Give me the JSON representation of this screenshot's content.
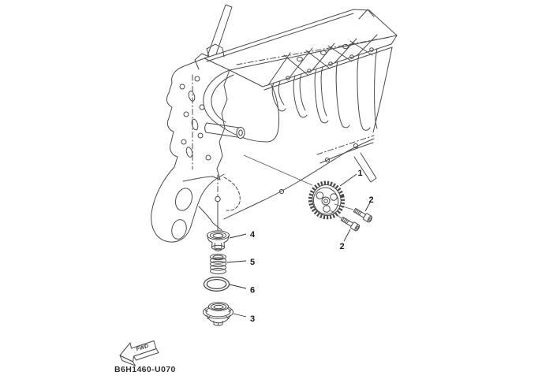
{
  "page": {
    "background": "#ffffff",
    "line_color": "#4a4a4a",
    "text_color": "#1b1b1b"
  },
  "diagram": {
    "drawing_code": "B6H1460-U070",
    "fwd": {
      "label": "FWD"
    },
    "callouts": {
      "gear": "1",
      "bolt_upper": "2",
      "bolt_lower": "2",
      "strainer_cap": "3",
      "strainer_plug": "4",
      "spring": "5",
      "o_ring": "6"
    }
  }
}
